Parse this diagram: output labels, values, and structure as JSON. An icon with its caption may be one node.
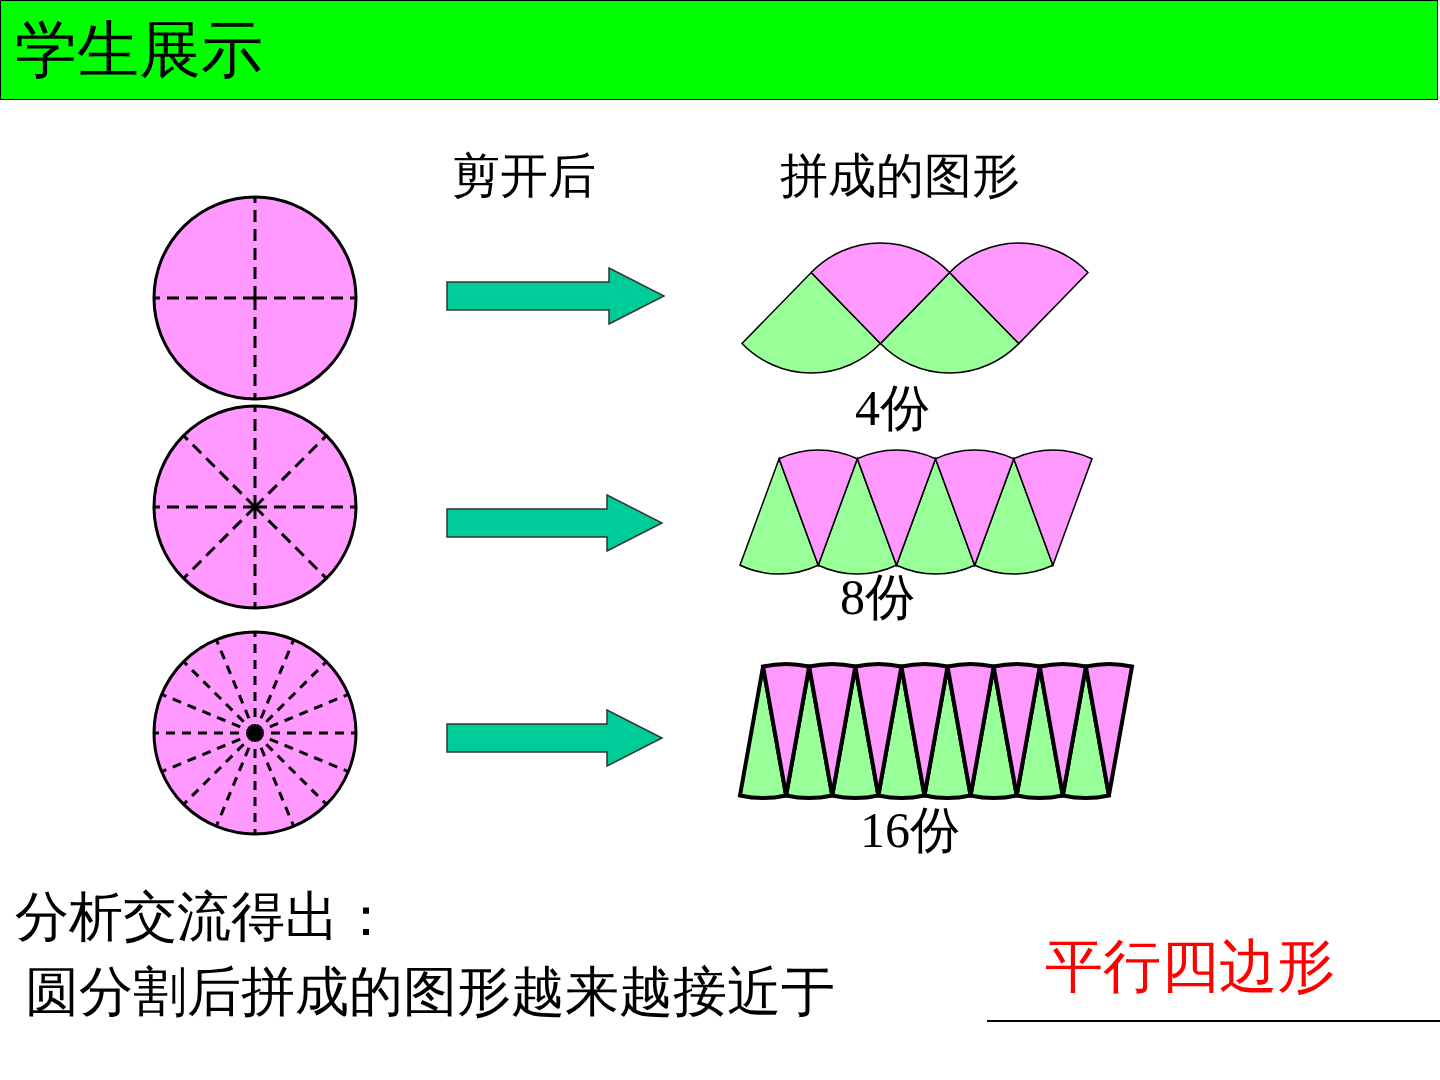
{
  "diagram": {
    "title": "学生展示",
    "nodes": [
      {
        "text": [],
        "shape": "circle"
      },
      {
        "text": [],
        "shape": "picture",
        "beside": [
          "4份"
        ]
      },
      {
        "text": [],
        "shape": "circle"
      },
      {
        "text": [],
        "shape": "picture",
        "beside": [
          "8份"
        ]
      },
      {
        "text": [],
        "shape": "circle"
      },
      {
        "text": [],
        "shape": "picture",
        "beside": [
          "16份"
        ]
      }
    ],
    "edges": [
      {
        "from": 0,
        "to": 1,
        "arrow": "to"
      },
      {
        "from": 2,
        "to": 3,
        "arrow": "to"
      },
      {
        "from": 4,
        "to": 5,
        "arrow": "to"
      }
    ],
    "labels": [
      "剪开后",
      "拼成的图形",
      "分析交流得出：",
      "圆分割后拼成的图形越来越接近于",
      "平行四边形"
    ]
  }
}
